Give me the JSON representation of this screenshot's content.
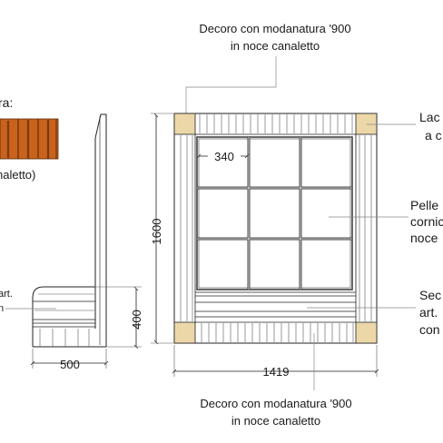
{
  "colors": {
    "line": "#222222",
    "leader": "#888888",
    "corner_lacquer": "#ecd7a9",
    "wood_swatch": "#c8621c",
    "wood_dark": "#7a3a10",
    "glass_frame": "#444444"
  },
  "labels": {
    "top_1": "Decoro con modanatura '900",
    "top_2": "in noce canaletto",
    "bottom_1": "Decoro con modanatura '900",
    "bottom_2": "in noce canaletto",
    "swatch_title": "ra:",
    "swatch_caption": "naletto)",
    "left_seat_1": "art.",
    "left_seat_2": "n",
    "right_lacquer_1": "Lac",
    "right_lacquer_2": "a c",
    "right_pelle_1": "Pelle",
    "right_pelle_2": "cornic",
    "right_pelle_3": "noce",
    "right_seat_1": "Sec",
    "right_seat_2": "art.",
    "right_seat_3": "con"
  },
  "dimensions": {
    "panel_height": "1600",
    "panel_width": "1419",
    "glass_cell": "340",
    "seat_height": "400",
    "seat_depth": "500"
  }
}
